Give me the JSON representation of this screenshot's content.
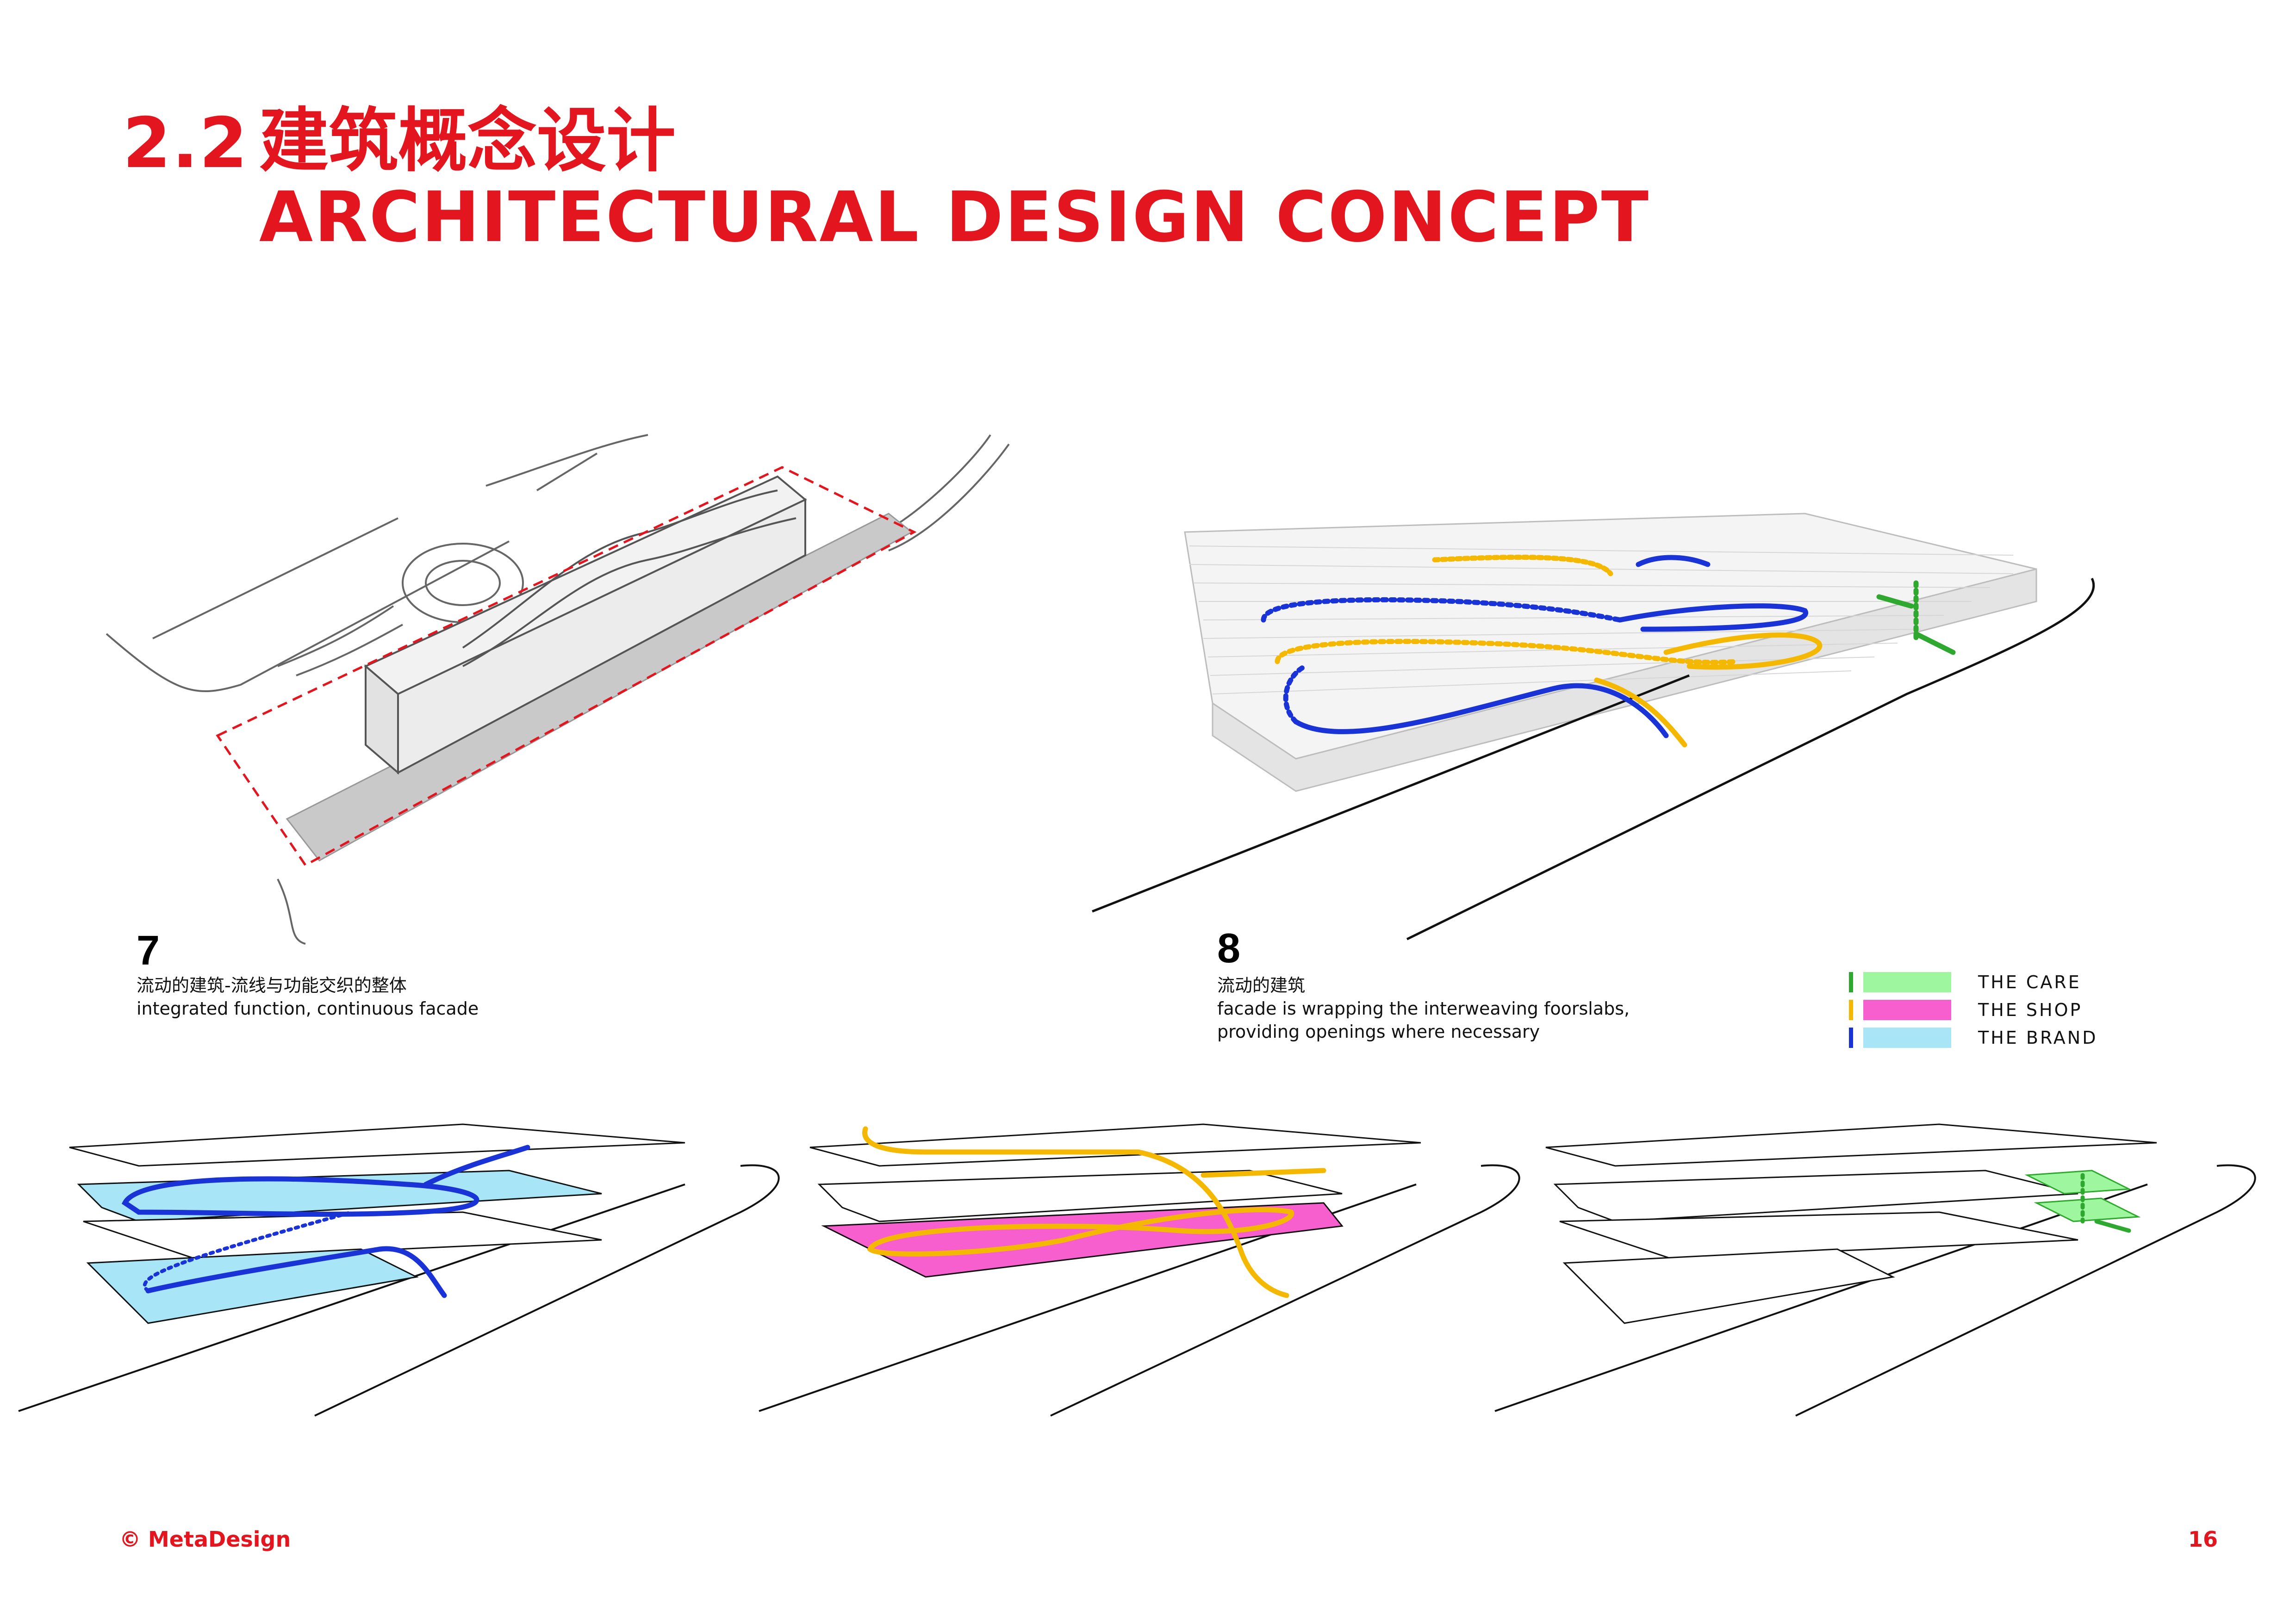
{
  "header": {
    "section_number": "2.2",
    "title_cn": "建筑概念设计",
    "title_en": "ARCHITECTURAL DESIGN CONCEPT"
  },
  "diagram7": {
    "number": "7",
    "caption_cn": "流动的建筑-流线与功能交织的整体",
    "caption_en": "integrated function, continuous facade"
  },
  "diagram8": {
    "number": "8",
    "caption_cn": "流动的建筑",
    "caption_en_line1": "facade is wrapping the interweaving foorslabs,",
    "caption_en_line2": "providing openings where necessary"
  },
  "legend": {
    "items": [
      {
        "label": "THE CARE",
        "tick_color": "#2ea82e",
        "swatch_color": "#9ef79e"
      },
      {
        "label": "THE SHOP",
        "tick_color": "#f5b800",
        "swatch_color": "#f75fcf"
      },
      {
        "label": "THE BRAND",
        "tick_color": "#1a33d6",
        "swatch_color": "#a8e6f7"
      }
    ]
  },
  "colors": {
    "accent_red": "#e3161f",
    "brand_blue": "#1a33d6",
    "shop_yellow": "#f5b800",
    "care_green": "#2ea82e"
  },
  "footer": {
    "copyright": "© MetaDesign",
    "page_number": "16"
  }
}
